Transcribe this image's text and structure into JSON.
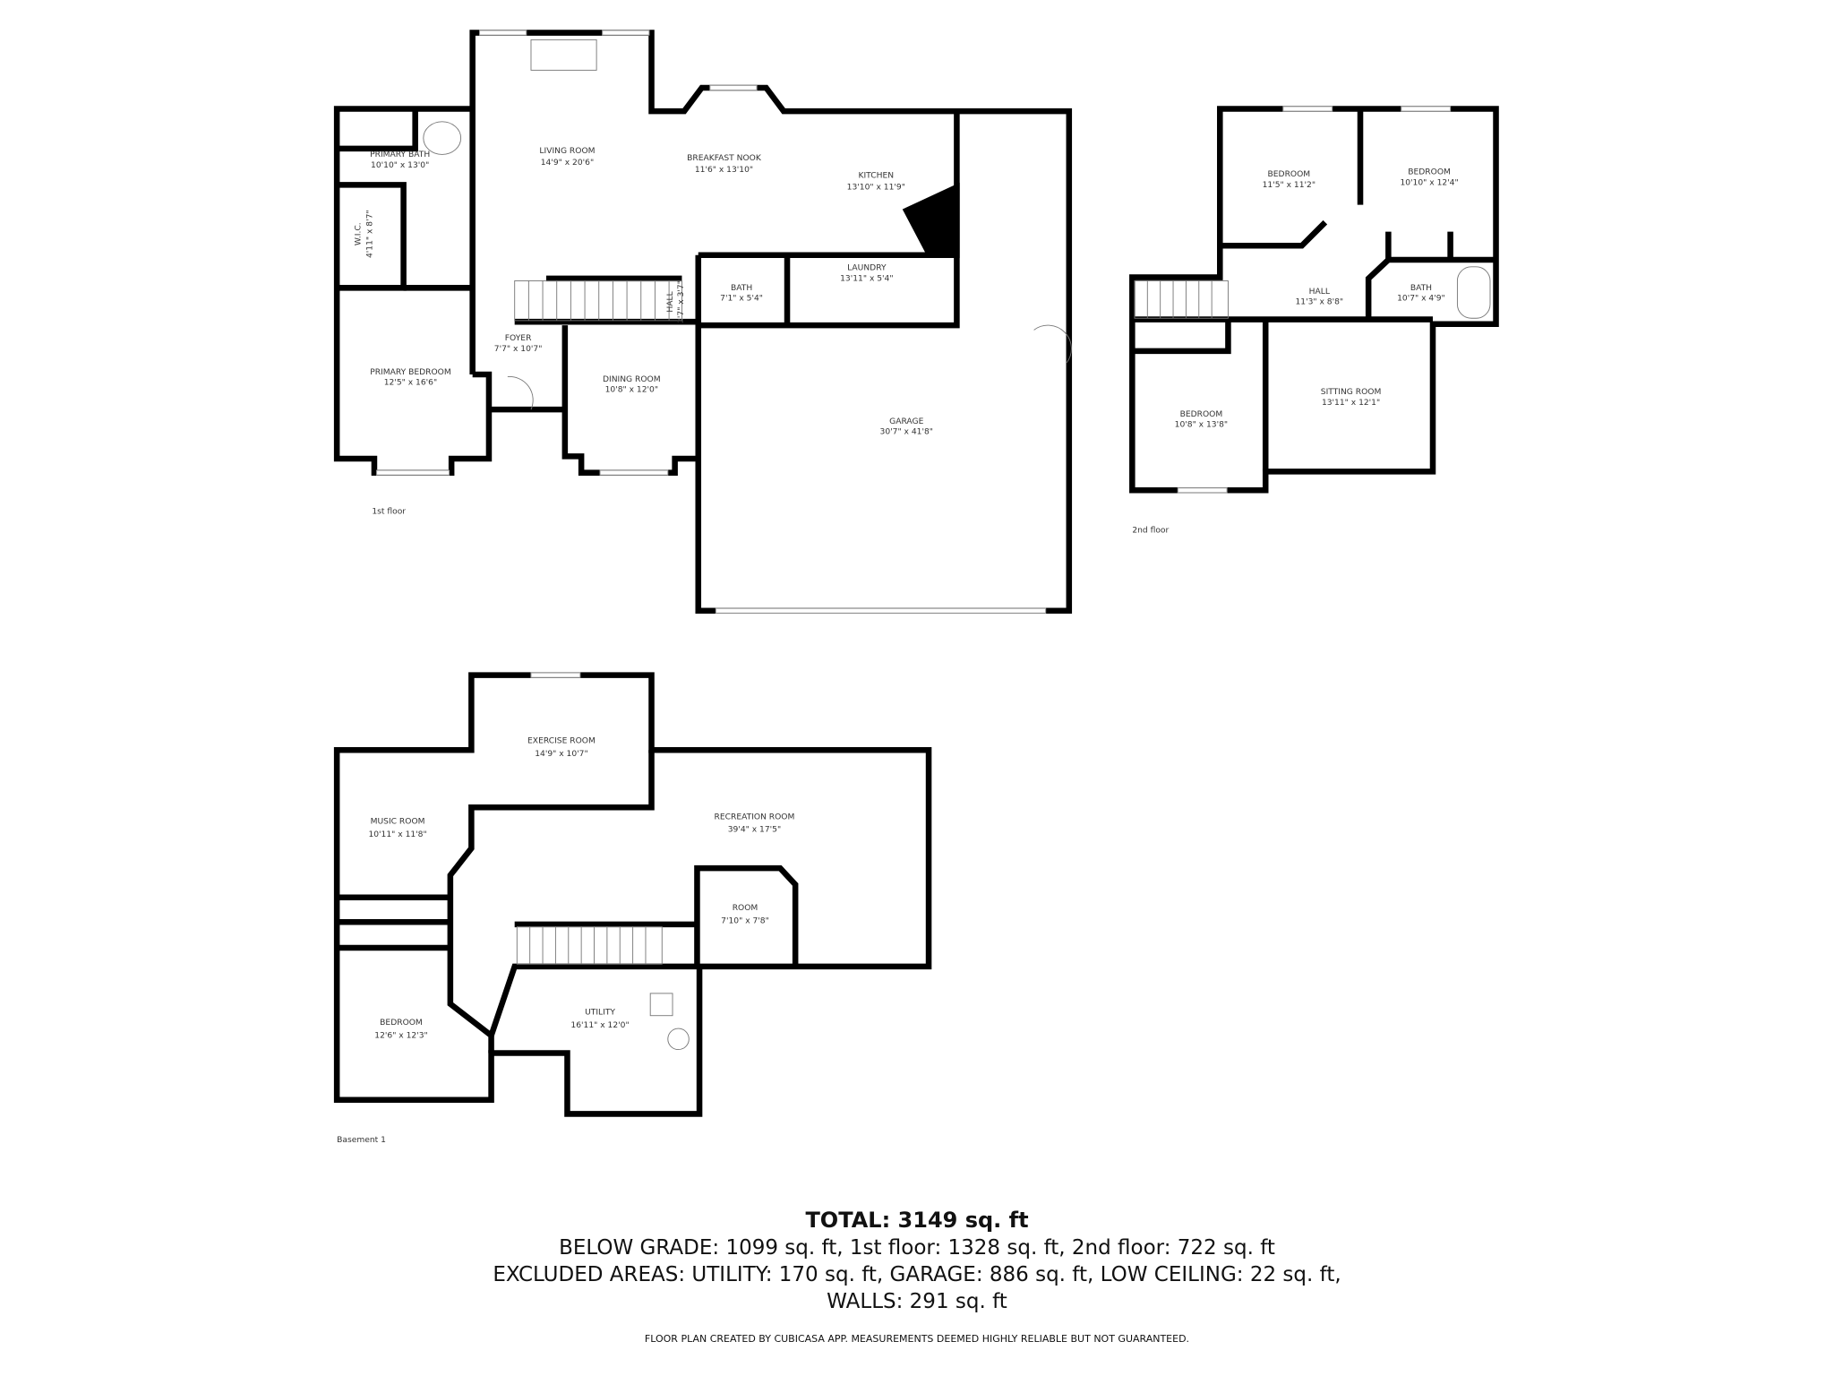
{
  "floors": {
    "first": {
      "label": "1st floor",
      "rooms": {
        "primary_bath": {
          "name": "PRIMARY BATH",
          "dims": "10'10\" x 13'0\""
        },
        "wic": {
          "name": "W.I.C.",
          "dims": "4'11\" x 8'7\""
        },
        "living": {
          "name": "LIVING ROOM",
          "dims": "14'9\" x 20'6\""
        },
        "nook": {
          "name": "BREAKFAST NOOK",
          "dims": "11'6\" x 13'10\""
        },
        "kitchen": {
          "name": "KITCHEN",
          "dims": "13'10\" x 11'9\""
        },
        "bath": {
          "name": "BATH",
          "dims": "7'1\" x 5'4\""
        },
        "laundry": {
          "name": "LAUNDRY",
          "dims": "13'11\" x 5'4\""
        },
        "hall": {
          "name": "HALL",
          "dims": "2'7\" x 3'7\""
        },
        "foyer": {
          "name": "FOYER",
          "dims": "7'7\" x 10'7\""
        },
        "primary_bedroom": {
          "name": "PRIMARY BEDROOM",
          "dims": "12'5\" x 16'6\""
        },
        "dining": {
          "name": "DINING ROOM",
          "dims": "10'8\" x 12'0\""
        },
        "garage": {
          "name": "GARAGE",
          "dims": "30'7\" x 41'8\""
        }
      }
    },
    "second": {
      "label": "2nd floor",
      "rooms": {
        "bedroom1": {
          "name": "BEDROOM",
          "dims": "11'5\" x 11'2\""
        },
        "bedroom2": {
          "name": "BEDROOM",
          "dims": "10'10\" x 12'4\""
        },
        "hall": {
          "name": "HALL",
          "dims": "11'3\" x 8'8\""
        },
        "bath": {
          "name": "BATH",
          "dims": "10'7\" x 4'9\""
        },
        "bedroom3": {
          "name": "BEDROOM",
          "dims": "10'8\" x 13'8\""
        },
        "sitting": {
          "name": "SITTING ROOM",
          "dims": "13'11\" x 12'1\""
        }
      }
    },
    "basement": {
      "label": "Basement 1",
      "rooms": {
        "exercise": {
          "name": "EXERCISE ROOM",
          "dims": "14'9\" x 10'7\""
        },
        "music": {
          "name": "MUSIC ROOM",
          "dims": "10'11\" x 11'8\""
        },
        "recreation": {
          "name": "RECREATION ROOM",
          "dims": "39'4\" x 17'5\""
        },
        "room": {
          "name": "ROOM",
          "dims": "7'10\" x 7'8\""
        },
        "bedroom": {
          "name": "BEDROOM",
          "dims": "12'6\" x 12'3\""
        },
        "utility": {
          "name": "UTILITY",
          "dims": "16'11\" x 12'0\""
        }
      }
    }
  },
  "summary": {
    "total": "TOTAL: 3149 sq. ft",
    "line1": "BELOW GRADE: 1099 sq. ft, 1st floor: 1328 sq. ft, 2nd floor: 722 sq. ft",
    "line2": "EXCLUDED AREAS: UTILITY: 170 sq. ft, GARAGE: 886 sq. ft, LOW CEILING: 22 sq. ft,",
    "line3": "WALLS: 291 sq. ft",
    "credit": "FLOOR PLAN CREATED BY CUBICASA APP. MEASUREMENTS DEEMED HIGHLY RELIABLE BUT NOT GUARANTEED."
  }
}
